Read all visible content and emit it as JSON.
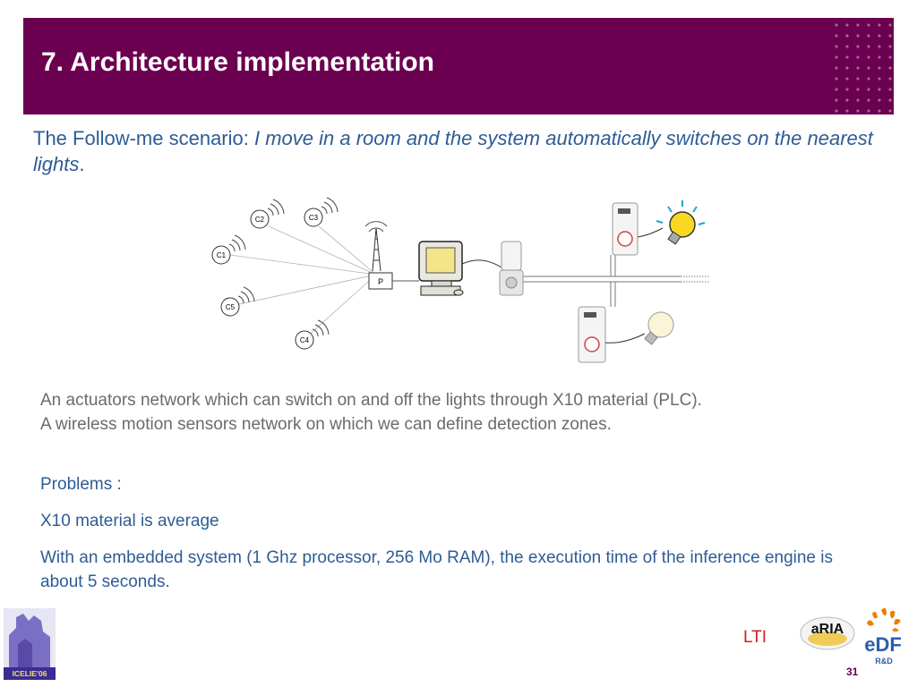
{
  "slide": {
    "title": "7. Architecture implementation",
    "scenario_prefix": "The Follow-me scenario: ",
    "scenario_italic": "I move in a room and the system automatically switches on the nearest lights",
    "scenario_suffix": ".",
    "description": [
      "An actuators network which can switch on and off the lights through X10 material (PLC).",
      "A wireless motion sensors network on which we can define detection zones."
    ],
    "problems": [
      "Problems :",
      "X10 material is average",
      "With an embedded system (1 Ghz processor, 256 Mo RAM), the execution time of the inference engine is about 5 seconds."
    ],
    "page_number": "31"
  },
  "diagram": {
    "sensors": [
      "C1",
      "C2",
      "C3",
      "C4",
      "C5"
    ],
    "hub_label": "P"
  },
  "footer": {
    "lti_label": "LTI",
    "left_logo_text": "ICELIE'06",
    "aria_logo_text": "aRIA",
    "edf_logo_text": "eDF",
    "edf_sub_text": "R&D"
  },
  "colors": {
    "title_bar": "#6b0050",
    "text_blue": "#2e5c95",
    "text_grey": "#6b6b6b",
    "lti_red": "#d02020",
    "edf_orange": "#f07c00"
  }
}
